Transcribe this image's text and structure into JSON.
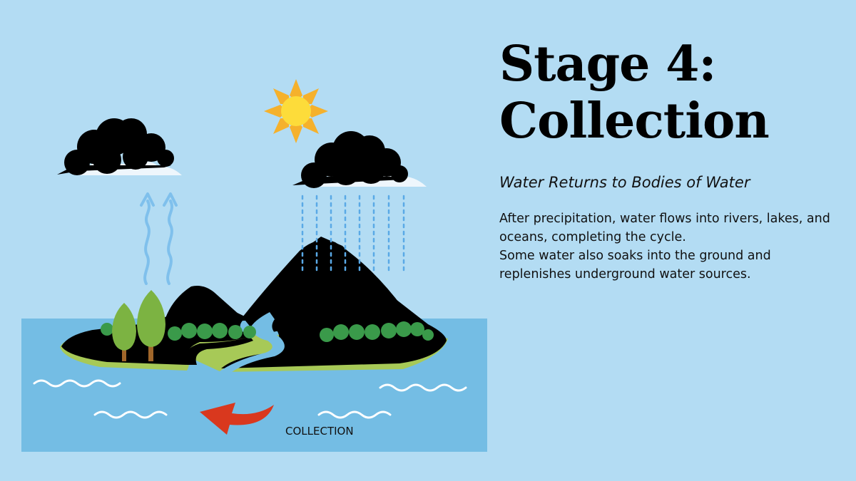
{
  "slide": {
    "title_line1": "Stage 4:",
    "title_line2": "Collection",
    "subtitle": "Water Returns to Bodies of Water",
    "paragraphs": [
      "After precipitation, water flows into rivers, lakes, and oceans, completing the cycle.",
      "Some water also soaks into the ground and replenishes underground water sources."
    ]
  },
  "diagram": {
    "label": "COLLECTION",
    "colors": {
      "background": "#b3dcf3",
      "water": "#74bde4",
      "land": "#000000",
      "shore": "#a7c957",
      "bushes": "#3a9a4a",
      "trees": "#7cb342",
      "trunk": "#a0662a",
      "sun": "#fddc3a",
      "sun_rays": "#f5b12c",
      "arrow": "#d9381e",
      "rain": "#5aa9e6",
      "vapor": "#7fc0ec"
    },
    "icons": [
      "sun-icon",
      "cloud-icon",
      "rain-icon",
      "evaporation-arrow-icon",
      "collection-arrow-icon",
      "tree-icon",
      "mountain-icon",
      "river-icon",
      "wave-icon"
    ]
  }
}
